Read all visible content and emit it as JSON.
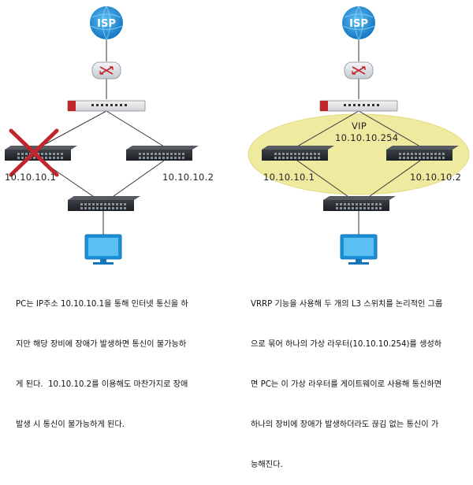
{
  "left": {
    "cloud_label": "ISP",
    "switch_a_ip": "10.10.10.1",
    "switch_b_ip": "10.10.10.2",
    "caption_lines": [
      "PC는 IP주소 10.10.10.1을 통해 인터넷 통신을 하",
      "지만 해당 장비에 장애가 발생하면 통신이 불가능하",
      "게 된다.  10.10.10.2를 이용해도 마찬가지로 장애",
      "발생 시 통신이 불가능하게 된다."
    ]
  },
  "right": {
    "cloud_label": "ISP",
    "vip_label": "VIP",
    "vip_address": "10.10.10.254",
    "switch_a_ip": "10.10.10.1",
    "switch_b_ip": "10.10.10.2",
    "caption_lines": [
      "VRRP 기능을 사용해 두 개의 L3 스위치를 논리적인 그룹",
      "으로 묶어 하나의 가상 라우터(10.10.10.254)를 생성하",
      "면 PC는 이 가상 라우터를 게이트웨이로 사용해 통신하면",
      "하나의 장비에 장애가 발생하더라도 끊김 없는 통신이 가",
      "능해진다."
    ]
  },
  "colors": {
    "cloud": "#1a8fd6",
    "vip_zone": "#eeeaa0",
    "failure_x": "#c0262c",
    "monitor": "#1a8fd6",
    "firewall_accent": "#c0262c"
  },
  "icons": {
    "cloud": "isp-cloud-icon",
    "router": "router-icon",
    "firewall": "firewall-icon",
    "l3_switch": "l3-switch-icon",
    "l2_switch": "access-switch-icon",
    "pc": "pc-monitor-icon",
    "failure": "failure-x-icon"
  }
}
